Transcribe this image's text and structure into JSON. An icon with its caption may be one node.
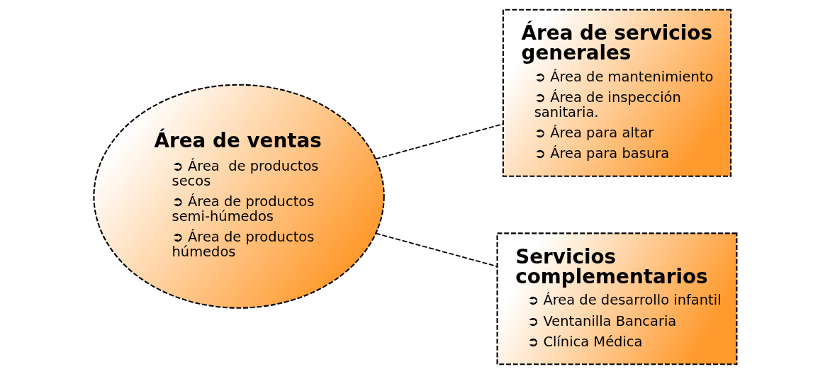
{
  "diagram": {
    "nodes": [
      {
        "text": [
          "Área de ventas",
          "➲ Área  de productos secos",
          "➲ Área de productos semi-húmedos",
          "➲ Área de productos húmedos"
        ]
      },
      {
        "text": [
          "Área de servicios generales",
          "➲ Área de mantenimiento",
          "➲ Área de inspección sanitaria.",
          "➲ Área para altar",
          "➲ Área para basura"
        ]
      },
      {
        "text": [
          "Servicios complementarios",
          "➲ Área de desarrollo infantil",
          "➲ Ventanilla Bancaria",
          "➲ Clínica Médica"
        ]
      }
    ],
    "edges": [
      {
        "from": 0,
        "to": 1,
        "arrow": "none",
        "style": "dashed"
      },
      {
        "from": 0,
        "to": 2,
        "arrow": "none",
        "style": "dashed"
      }
    ]
  }
}
